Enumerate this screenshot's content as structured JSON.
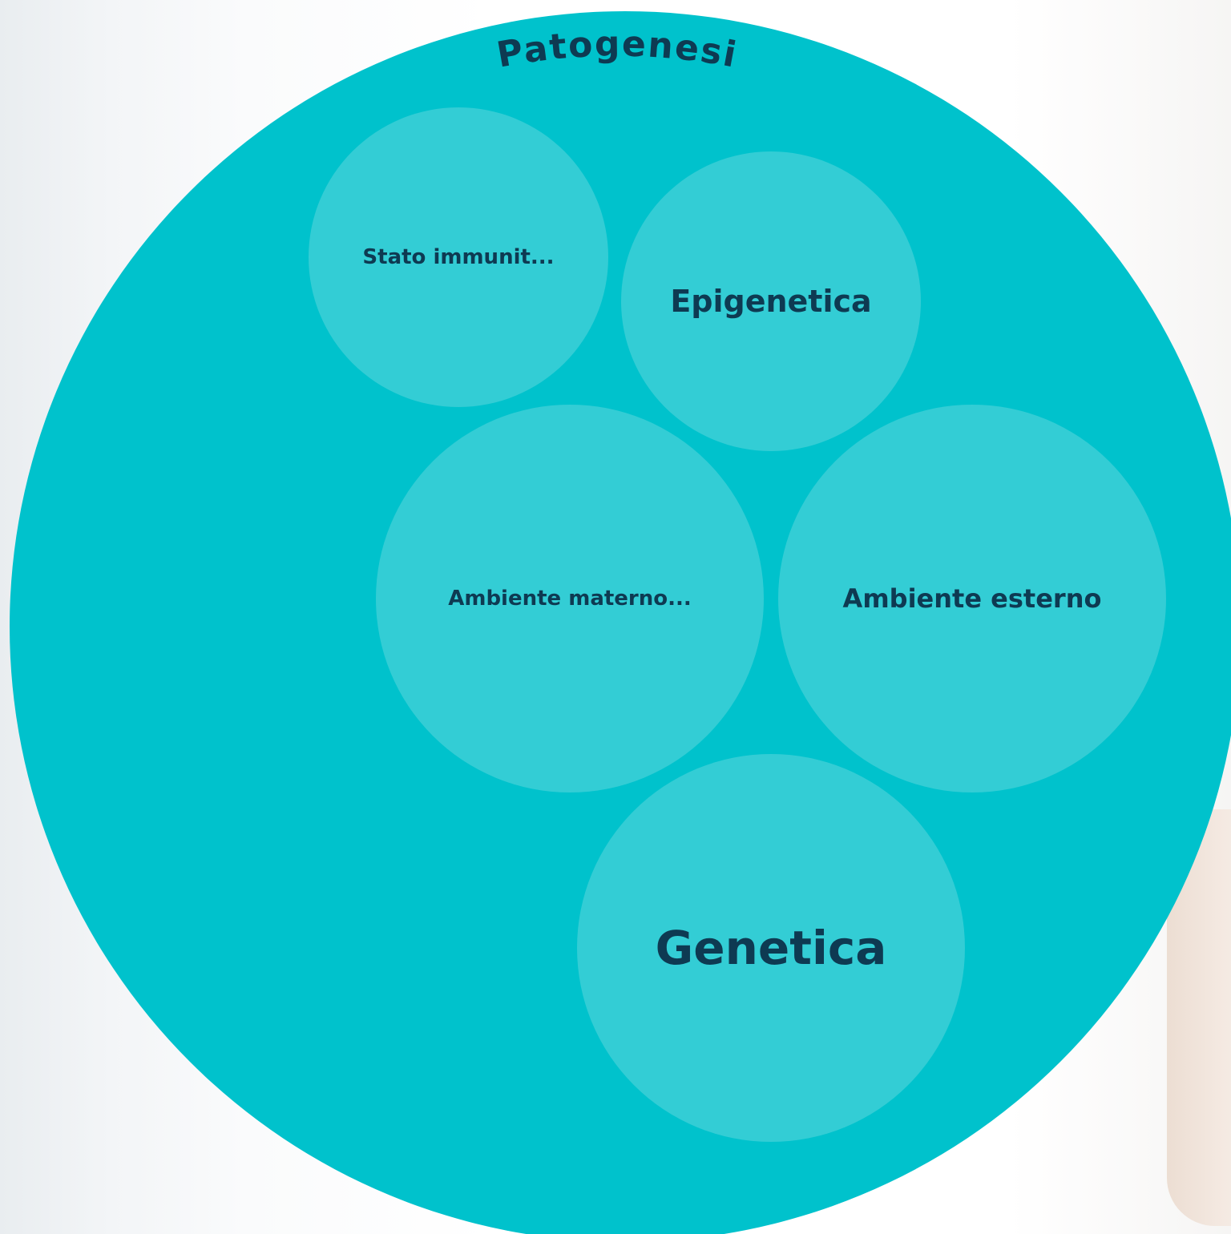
{
  "diagram": {
    "title": "Patogenesi",
    "colors": {
      "outer_circle": "#00c2cc",
      "bubble": "#33cdd5",
      "text": "#0e3a52"
    },
    "bubbles": [
      {
        "id": "stato",
        "label": "Stato immunit..."
      },
      {
        "id": "epigenetica",
        "label": "Epigenetica"
      },
      {
        "id": "ambiente-materno",
        "label": "Ambiente materno..."
      },
      {
        "id": "ambiente-esterno",
        "label": "Ambiente esterno"
      },
      {
        "id": "genetica",
        "label": "Genetica"
      }
    ]
  }
}
